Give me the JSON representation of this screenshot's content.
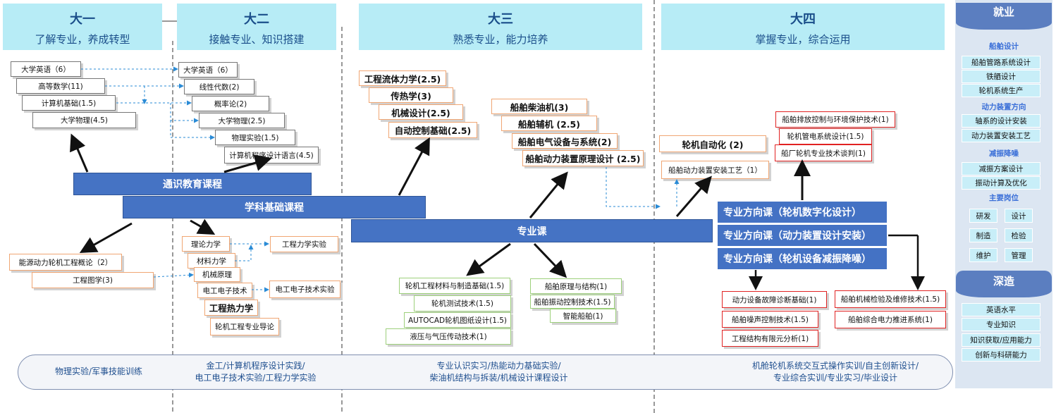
{
  "years": [
    {
      "title": "大一",
      "subtitle": "了解专业，养成转型"
    },
    {
      "title": "大二",
      "subtitle": "接触专业、知识搭建"
    },
    {
      "title": "大三",
      "subtitle": "熟悉专业，能力培养"
    },
    {
      "title": "大四",
      "subtitle": "掌握专业，综合运用"
    }
  ],
  "bars": {
    "general": "通识教育课程",
    "foundation": "学科基础课程",
    "major": "专业课"
  },
  "year1_courses": [
    "大学英语（6）",
    "高等数学(11)",
    "计算机基础(1.5)",
    "大学物理(4.5)"
  ],
  "year2_courses": [
    "大学英语（6）",
    "线性代数(2)",
    "概率论(2)",
    "大学物理(2.5)",
    "物理实验(1.5)",
    "计算机程序设计语言(4.5)"
  ],
  "year1_foundation": [
    "能源动力轮机工程概论（2）",
    "工程图学(3)"
  ],
  "year2_foundation": [
    "理论力学",
    "材料力学",
    "机械原理",
    "电工电子技术",
    "工程热力学",
    "轮机工程专业导论"
  ],
  "year2_labs": [
    "工程力学实验",
    "电工电子技术实验"
  ],
  "year3_foundation": [
    "工程流体力学(2.5)",
    "传热学(3)",
    "机械设计(2.5)",
    "自动控制基础(2.5)"
  ],
  "year3_major_upper": [
    "船舶柴油机(3)",
    "船舶辅机 (2.5)",
    "船舶电气设备与系统(2)",
    "船舶动力装置原理设计 (2.5)"
  ],
  "year3_major_lower_left": [
    "轮机工程材料与制造基础(1.5)",
    "轮机测试技术(1.5)",
    "AUTOCAD轮机图纸设计(1.5)",
    "液压与气压传动技术(1)"
  ],
  "year3_major_lower_right": [
    "船舶原理与结构(1)",
    "船舶振动控制技术(1.5)",
    "智能船舶(1)"
  ],
  "year4_major": [
    "轮机自动化  (2)",
    "船舶动力装置安装工艺（1）"
  ],
  "directions": [
    "专业方向课（轮机数字化设计）",
    "专业方向课（动力装置设计安装）",
    "专业方向课（轮机设备减振降噪）"
  ],
  "dir1_courses": [
    "船舶排放控制与环境保护技术(1)",
    "轮机管电系统设计(1.5)",
    "船厂轮机专业技术谈判(1)"
  ],
  "dir3_courses": [
    "动力设备故障诊断基础(1)",
    "船舶噪声控制技术(1.5)",
    "工程结构有限元分析(1)"
  ],
  "dir2_courses": [
    "船舶机械检验及维修技术(1.5)",
    "船舶综合电力推进系统(1)"
  ],
  "practice": [
    "物理实验/军事技能训练",
    "金工/计算机程序设计实践/",
    "电工电子技术实验/工程力学实验",
    "专业认识实习/热能动力基础实验/",
    "柴油机结构与拆装/机械设计课程设计",
    "机舱轮机系统交互式操作实训/自主创新设计/",
    "专业综合实训/专业实习/毕业设计"
  ],
  "sidebar": {
    "employment": "就业",
    "cat1": "船舶设计",
    "cat1_items": [
      "船舶管路系统设计",
      "铁舾设计",
      "轮机系统生产"
    ],
    "cat2": "动力装置方向",
    "cat2_items": [
      "轴系的设计安装",
      "动力装置安装工艺"
    ],
    "cat3": "减振降噪",
    "cat3_items": [
      "减振方案设计",
      "振动计算及优化"
    ],
    "cat4": "主要岗位",
    "posts": [
      "研发",
      "设计",
      "制造",
      "检验",
      "维护",
      "管理"
    ],
    "further": "深造",
    "further_items": [
      "英语水平",
      "专业知识",
      "知识获取/应用能力",
      "创新与科研能力"
    ]
  }
}
